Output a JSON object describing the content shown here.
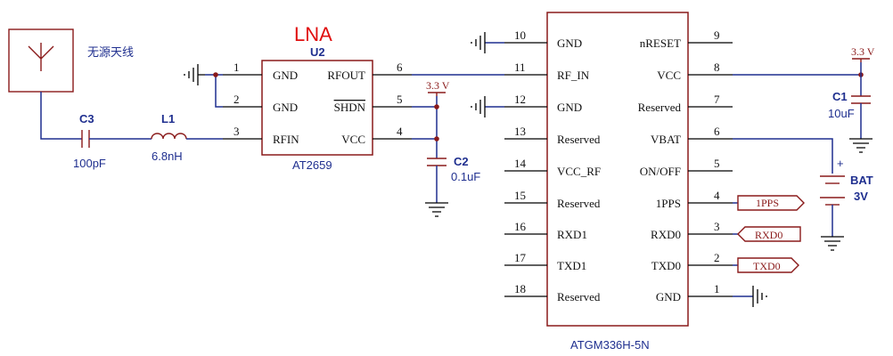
{
  "lna": {
    "title": "LNA",
    "designator": "U2",
    "part": "AT2659",
    "left_pins": [
      {
        "num": "1",
        "name": "GND"
      },
      {
        "num": "2",
        "name": "GND"
      },
      {
        "num": "3",
        "name": "RFIN"
      }
    ],
    "right_pins": [
      {
        "num": "6",
        "name": "RFOUT"
      },
      {
        "num": "5",
        "name": "SHDN"
      },
      {
        "num": "4",
        "name": "VCC"
      }
    ]
  },
  "gnss": {
    "part": "ATGM336H-5N",
    "left_pins": [
      {
        "num": "10",
        "name": "GND"
      },
      {
        "num": "11",
        "name": "RF_IN"
      },
      {
        "num": "12",
        "name": "GND"
      },
      {
        "num": "13",
        "name": "Reserved"
      },
      {
        "num": "14",
        "name": "VCC_RF"
      },
      {
        "num": "15",
        "name": "Reserved"
      },
      {
        "num": "16",
        "name": "RXD1"
      },
      {
        "num": "17",
        "name": "TXD1"
      },
      {
        "num": "18",
        "name": "Reserved"
      }
    ],
    "right_pins": [
      {
        "num": "9",
        "name": "nRESET"
      },
      {
        "num": "8",
        "name": "VCC"
      },
      {
        "num": "7",
        "name": "Reserved"
      },
      {
        "num": "6",
        "name": "VBAT"
      },
      {
        "num": "5",
        "name": "ON/OFF"
      },
      {
        "num": "4",
        "name": "1PPS"
      },
      {
        "num": "3",
        "name": "RXD0"
      },
      {
        "num": "2",
        "name": "TXD0"
      },
      {
        "num": "1",
        "name": "GND"
      }
    ]
  },
  "antenna": {
    "label": "无源天线"
  },
  "components": {
    "c3": {
      "ref": "C3",
      "value": "100pF"
    },
    "l1": {
      "ref": "L1",
      "value": "6.8nH"
    },
    "c2": {
      "ref": "C2",
      "value": "0.1uF"
    },
    "c1": {
      "ref": "C1",
      "value": "10uF"
    },
    "bat": {
      "ref": "BAT",
      "value": "3V",
      "plus": "+"
    }
  },
  "power": {
    "lna_vcc": "3.3 V",
    "module_vcc": "3.3 V"
  },
  "ports": {
    "pps": "1PPS",
    "rxd0": "RXD0",
    "txd0": "TXD0"
  }
}
